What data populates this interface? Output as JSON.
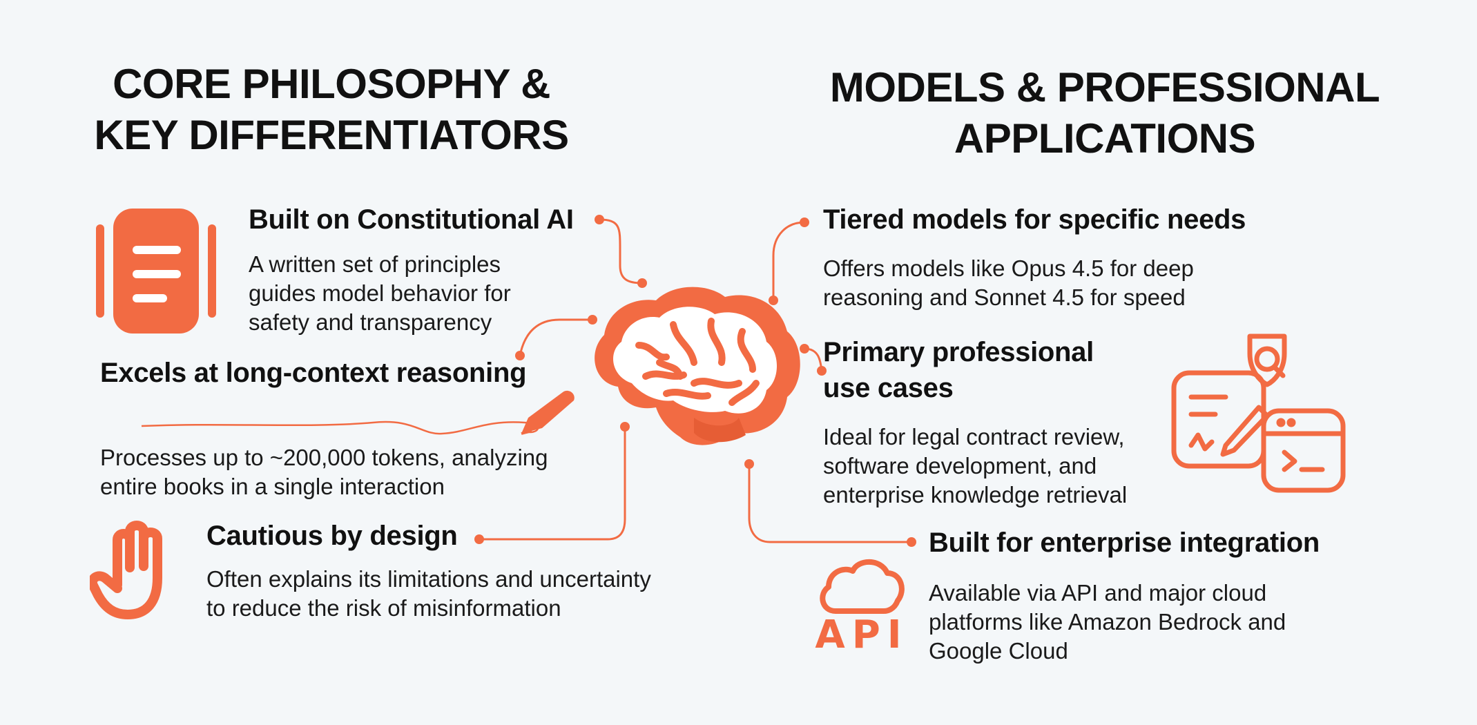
{
  "accent": "#f26b43",
  "left": {
    "heading": [
      "CORE PHILOSOPHY &",
      "KEY DIFFERENTIATORS"
    ],
    "items": [
      {
        "title": [
          "Built on Constitutional AI"
        ],
        "desc": [
          "A written set of principles",
          "guides model behavior for",
          "safety and transparency"
        ],
        "icon": "document-icon"
      },
      {
        "title": [
          "Excels at long-context reasoning"
        ],
        "desc": [
          "Processes up to ~200,000 tokens, analyzing",
          "entire books in a single interaction"
        ],
        "icon": "pen-icon"
      },
      {
        "title": [
          "Cautious by design"
        ],
        "desc": [
          "Often explains its limitations and uncertainty",
          "to reduce the risk of misinformation"
        ],
        "icon": "hand-icon"
      }
    ]
  },
  "right": {
    "heading": [
      "MODELS & PROFESSIONAL",
      "APPLICATIONS"
    ],
    "items": [
      {
        "title": [
          "Tiered models for specific needs"
        ],
        "desc": [
          "Offers models like Opus 4.5 for deep",
          "reasoning and Sonnet 4.5 for speed"
        ]
      },
      {
        "title": [
          "Primary professional",
          "use cases"
        ],
        "desc": [
          "Ideal for legal contract review,",
          "software development, and",
          "enterprise knowledge retrieval"
        ],
        "icon": "legal-search-code-icon"
      },
      {
        "title": [
          "Built for enterprise integration"
        ],
        "desc": [
          "Available via API and major cloud",
          "platforms like Amazon Bedrock and",
          "Google Cloud"
        ],
        "icon": "cloud-api-icon",
        "icon_text": "API"
      }
    ]
  },
  "center": {
    "icon": "brain-icon"
  }
}
